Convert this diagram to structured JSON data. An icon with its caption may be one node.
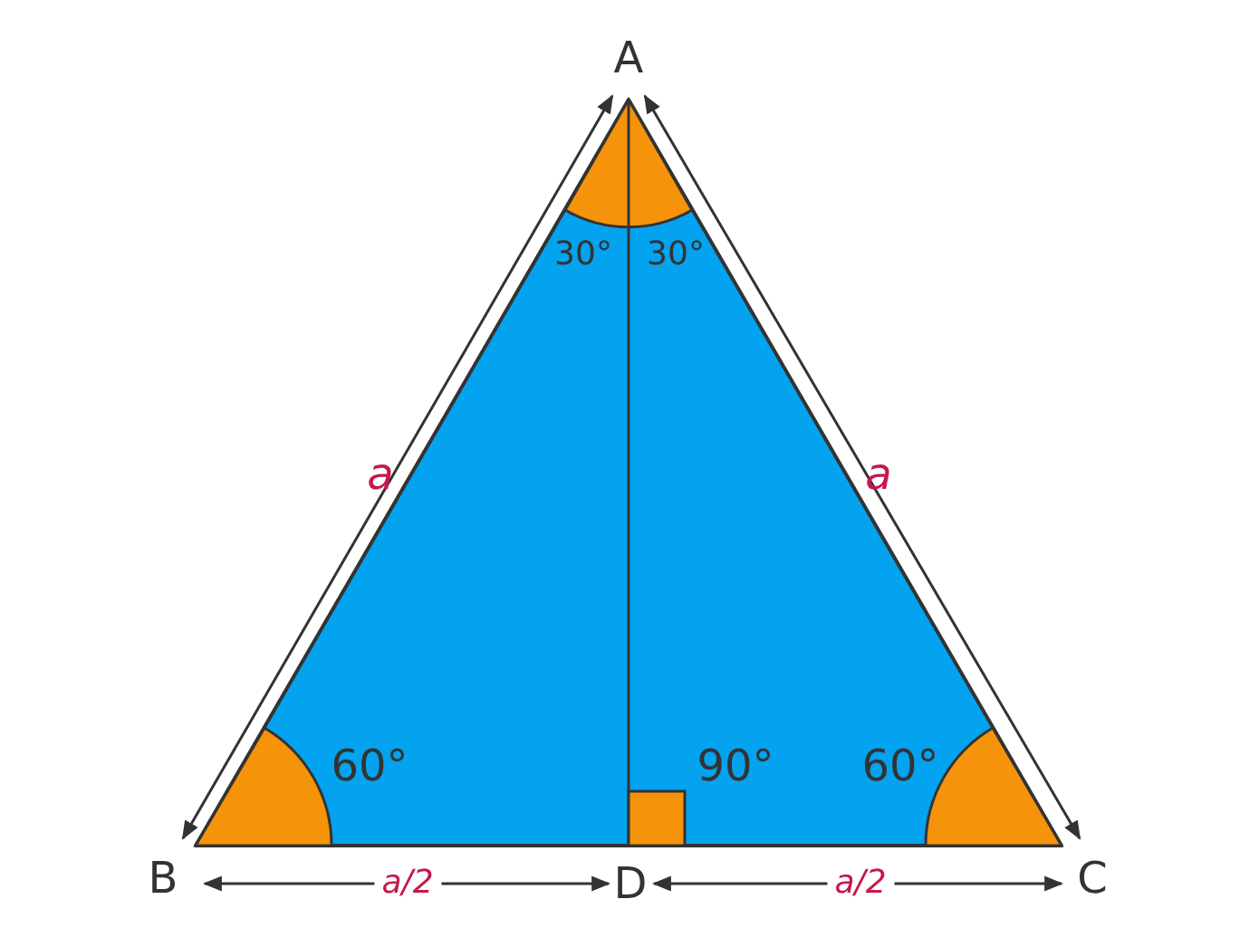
{
  "diagram": {
    "labels": [
      "A",
      "a",
      "a",
      "30°",
      "30°",
      "60°",
      "90°",
      "60°",
      "B",
      "a/2",
      "D",
      "a/2",
      "C"
    ]
  }
}
